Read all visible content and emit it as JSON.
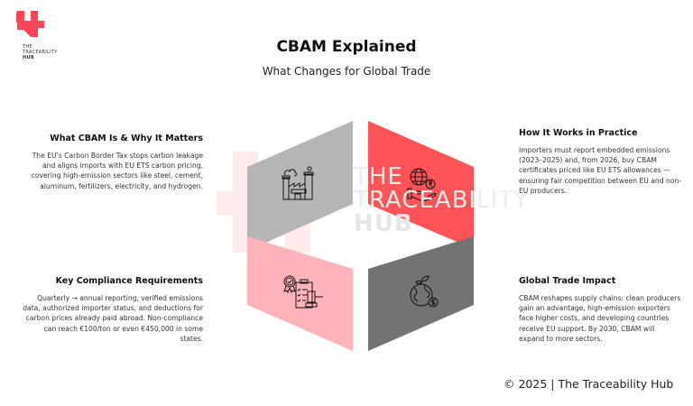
{
  "brand": {
    "logo_line1": "THE",
    "logo_line2": "TRACEABILITY",
    "logo_line3": "HUB",
    "color": "#ff4659"
  },
  "header": {
    "title": "CBAM Explained",
    "subtitle": "What Changes for Global Trade"
  },
  "sections": [
    {
      "title": "What CBAM Is & Why It Matters",
      "body": "The EU's Carbon Border Tax stops carbon leakage and aligns imports with EU ETS carbon pricing, covering high-emission sectors like steel, cement, aluminum, fertilizers, electricity, and hydrogen.",
      "icon": "factory-icon",
      "color": "#b3b3b3"
    },
    {
      "title": "How It Works in Practice",
      "body": "Importers must report embedded emissions (2023–2025) and, from 2026, buy CBAM certificates priced like EU ETS allowances — ensuring fair competition between EU and non-EU producers.",
      "icon": "globe-hand-icon",
      "color": "#ff5457"
    },
    {
      "title": "Key Compliance Requirements",
      "body": "Quarterly → annual reporting, verified emissions data, authorized importer status, and deductions for carbon prices already paid abroad. Non-compliance can reach €100/ton or even €450,000 in some states.",
      "icon": "compliance-checklist-gavel-icon",
      "color": "#ffb3ba"
    },
    {
      "title": "Global Trade Impact",
      "body": "CBAM reshapes supply chains: clean producers gain an advantage, high-emission exporters face higher costs, and developing countries receive EU support. By 2030, CBAM will expand to more sectors.",
      "icon": "globe-sprout-dollar-icon",
      "color": "#737373"
    }
  ],
  "watermark": {
    "line1": "THE",
    "line2": "TRACEABILITY",
    "line3": "HUB"
  },
  "footer": {
    "text": "© 2025 | The Traceability Hub"
  }
}
